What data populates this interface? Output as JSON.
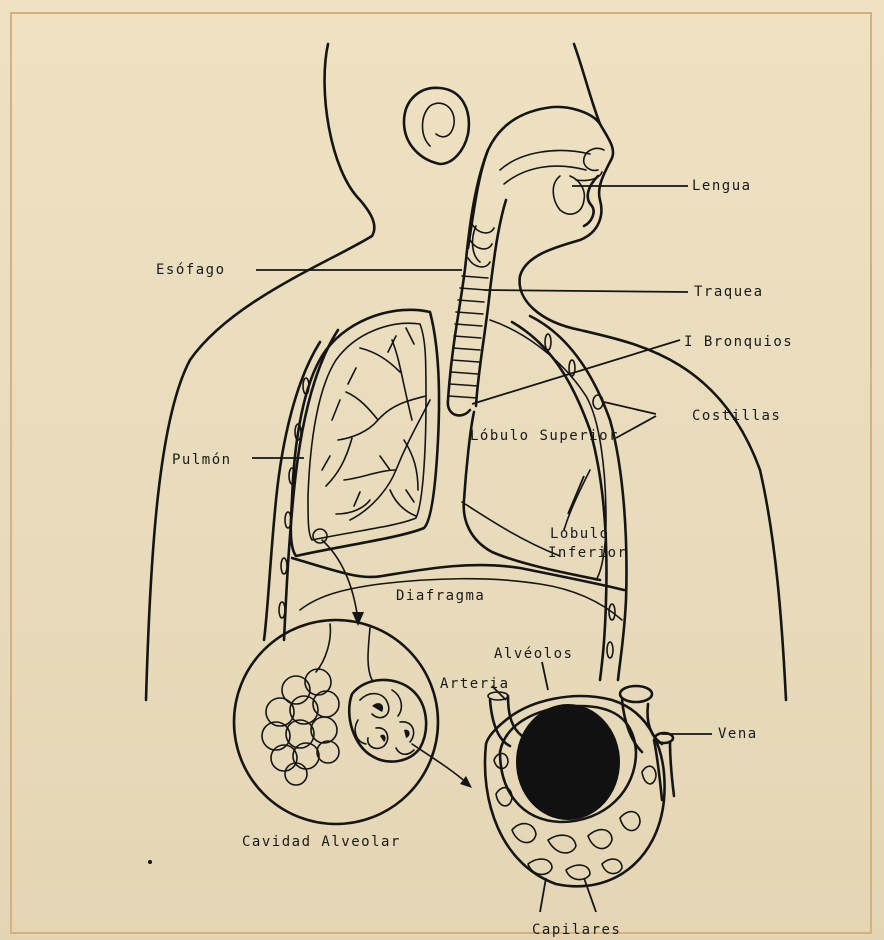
{
  "labels": {
    "lengua": "Lengua",
    "esofago": "Esófago",
    "traquea": "Traquea",
    "bronquios": "I Bronquios",
    "costillas": "Costillas",
    "lobulo_superior": "Lóbulo Superior",
    "pulmon": "Pulmón",
    "lobulo_inferior_1": "Lóbulo",
    "lobulo_inferior_2": "Inferior",
    "diafragma": "Diafragma",
    "alveolos": "Alvéolos",
    "arteria": "Arteria",
    "vena": "Vena",
    "cavidad_alveolar": "Cavidad Alveolar",
    "capilares": "Capilares"
  },
  "colors": {
    "paper": "#e9dcbd",
    "ink": "#151515",
    "frame": "#d9b07a"
  }
}
